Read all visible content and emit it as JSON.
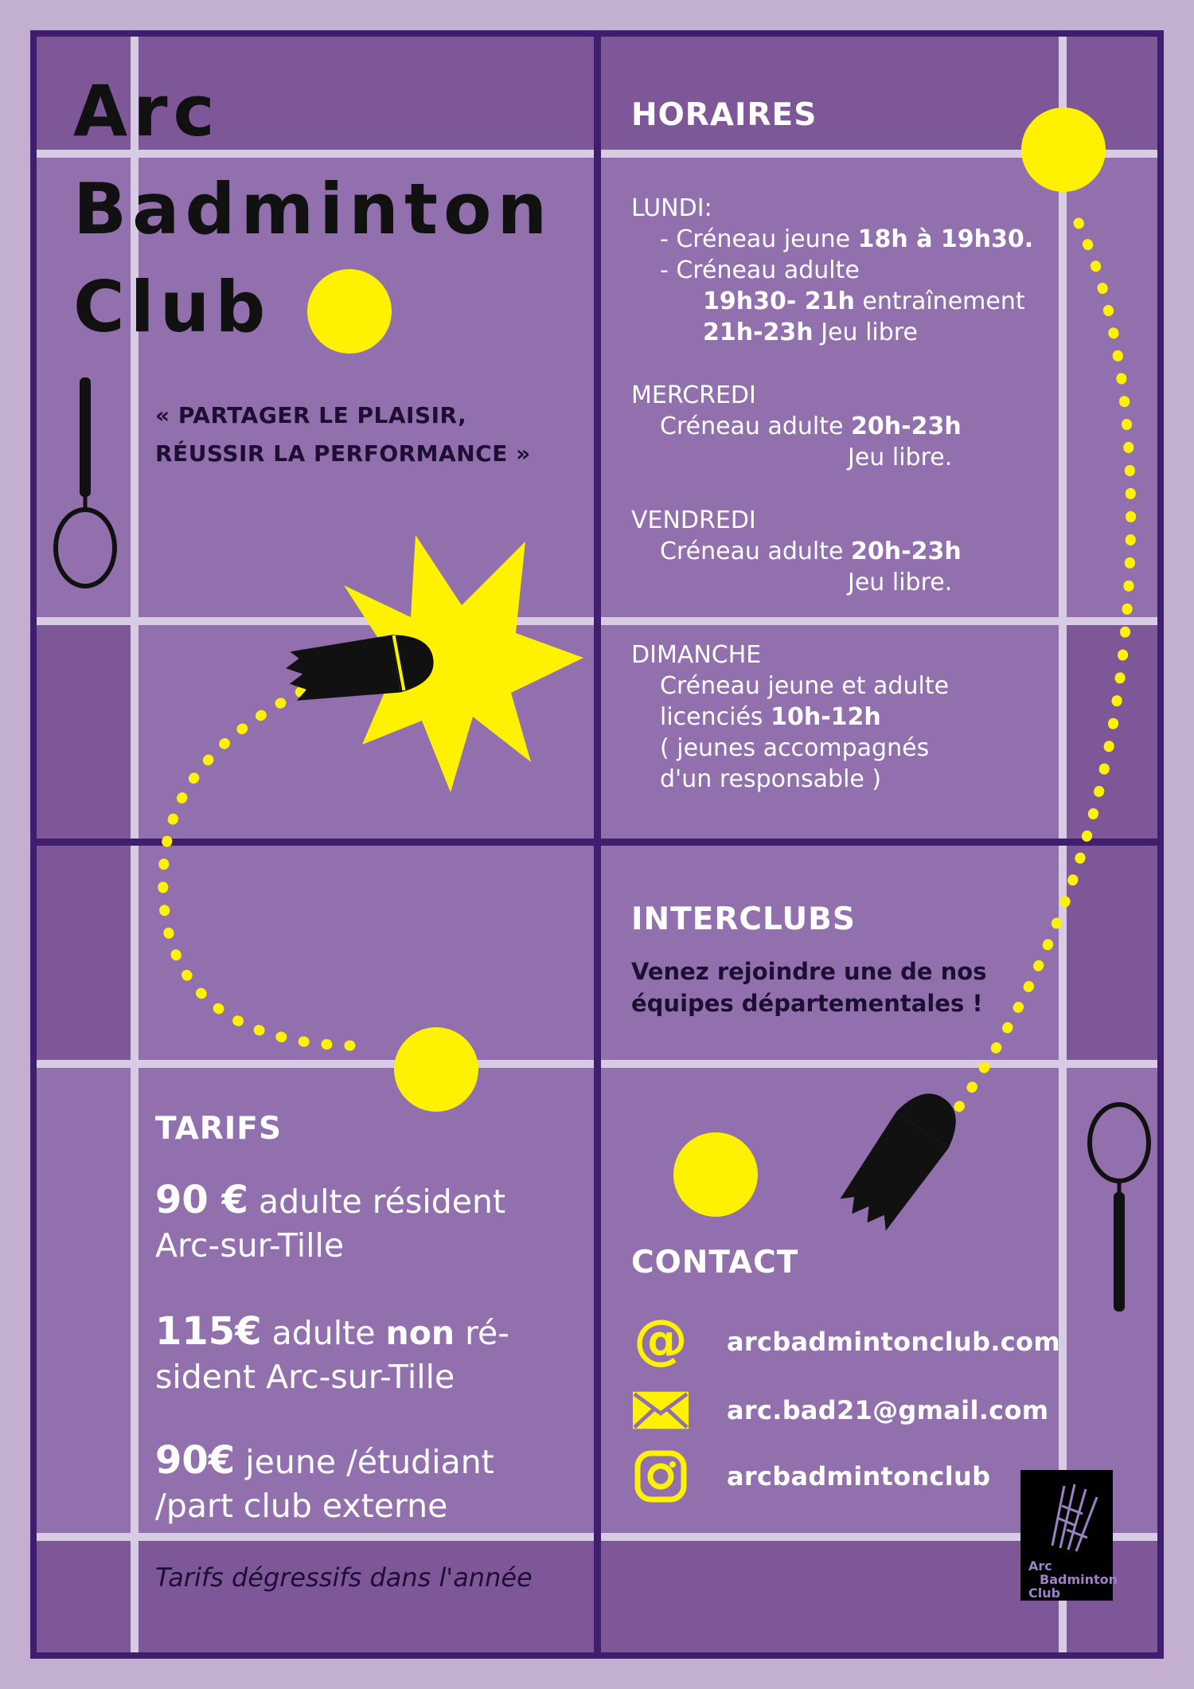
{
  "title": [
    "Arc",
    "Badminton",
    "Club"
  ],
  "motto": [
    "« PARTAGER LE PLAISIR,",
    "RÉUSSIR LA PERFORMANCE »"
  ],
  "horaires": {
    "heading": "HORAIRES",
    "lundi": {
      "day": "LUNDI:",
      "l1a": "- Créneau jeune ",
      "l1b": "18h à 19h30.",
      "l2": "- Créneau adulte",
      "l3a": "19h30- 21h",
      "l3b": " entraînement",
      "l4a": "21h-23h",
      "l4b": " Jeu libre"
    },
    "mercredi": {
      "day": "MERCREDI",
      "l1a": "Créneau adulte ",
      "l1b": "20h-23h",
      "l2": "Jeu libre."
    },
    "vendredi": {
      "day": "VENDREDI",
      "l1a": "Créneau adulte ",
      "l1b": "20h-23h",
      "l2": "Jeu libre."
    },
    "dimanche": {
      "day": "DIMANCHE",
      "l1": "Créneau jeune et adulte",
      "l2a": "licenciés ",
      "l2b": "10h-12h",
      "l3": "( jeunes accompagnés",
      "l4": "d'un responsable )"
    }
  },
  "interclubs": {
    "heading": "INTERCLUBS",
    "lines": [
      "Venez rejoindre une de nos",
      "équipes départementales !"
    ]
  },
  "tarifs": {
    "heading": "TARIFS",
    "t1": {
      "price": "90 €",
      "rest": " adulte résident",
      "line2": "Arc-sur-Tille"
    },
    "t2": {
      "price": "115€",
      "a": " adulte ",
      "b": "non",
      "c": " ré-",
      "line2": "sident Arc-sur-Tille"
    },
    "t3": {
      "price": "90€",
      "rest": " jeune /étudiant",
      "line2": "/part club externe"
    },
    "note": "Tarifs dégressifs dans l'année"
  },
  "contact": {
    "heading": "CONTACT",
    "website": "arcbadmintonclub.com",
    "email": "arc.bad21@gmail.com",
    "instagram": "arcbadmintonclub",
    "icons": [
      "at-icon",
      "envelope-icon",
      "instagram-icon"
    ]
  },
  "logo": {
    "lines": [
      "Arc",
      "Badminton",
      "Club"
    ]
  },
  "colors": {
    "background": "#c3afd0",
    "court": "#9170ad",
    "band": "#7d5798",
    "frame": "#3f1e6e",
    "accent": "#fff200"
  }
}
